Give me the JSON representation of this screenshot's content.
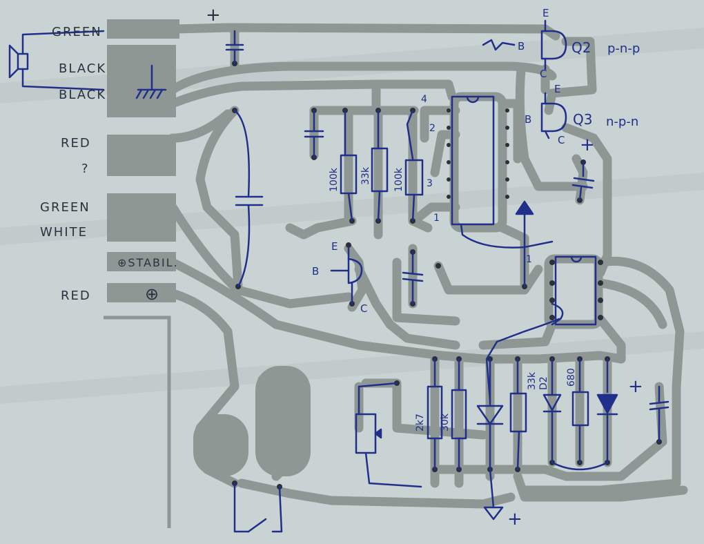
{
  "colors": {
    "paper": "#c9d3d3",
    "copper": "#8f9795",
    "ink": "#1f2f8a",
    "pencil": "#2a3140"
  },
  "wires": {
    "w1": "GREEN",
    "w2": "BLACK",
    "w3": "BLACK",
    "w4": "RED",
    "w5": "?",
    "w6": "GREEN",
    "w7": "WHITE",
    "w8": "⊕STABIL.",
    "w9": "RED",
    "w9_sym": "⊕"
  },
  "marks": {
    "plus_top": "+",
    "plus_q3": "+",
    "plus_right": "+",
    "plus_bottom": "+"
  },
  "transistors": {
    "q2_e": "E",
    "q2_b": "B",
    "q2_c": "C",
    "q2_name": "Q2",
    "q2_type": "p-n-p",
    "q3_e": "E",
    "q3_b": "B",
    "q3_c": "C",
    "q3_name": "Q3",
    "q3_type": "n-p-n",
    "q1_e": "E",
    "q1_b": "B",
    "q1_c": "C"
  },
  "resistors": {
    "r1": "100k",
    "r2": "33k",
    "r3": "100k",
    "r4": "2k7",
    "r5": "30k",
    "r6": "33k",
    "r7": "680"
  },
  "components": {
    "d2": "D2"
  },
  "ic1_pins": {
    "p1": "1",
    "p2": "2",
    "p3": "3",
    "p4": "4"
  },
  "ic2_pins": {
    "p1": "1"
  }
}
